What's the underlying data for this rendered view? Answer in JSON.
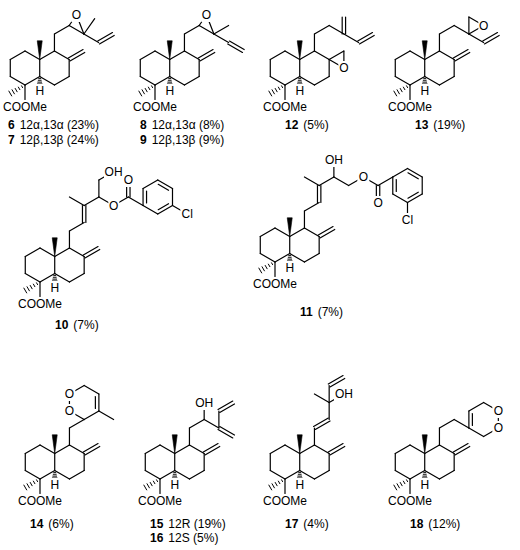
{
  "diagram": {
    "labels": [
      "H",
      "COOMe",
      "O",
      "6",
      "12α,13α (23%)",
      "7",
      "12β,13β (24%)",
      "H",
      "COOMe",
      "O",
      "8",
      "12α,13α (8%)",
      "9",
      "12β,13β (9%)",
      "H",
      "COOMe",
      "O",
      "12",
      "(5%)",
      "H",
      "COOMe",
      "O",
      "13",
      "(19%)",
      "H",
      "COOMe",
      "O",
      "O",
      "Cl",
      "OH",
      "10",
      "(7%)",
      "H",
      "COOMe",
      "OH",
      "O",
      "O",
      "Cl",
      "11",
      "(7%)",
      "H",
      "COOMe",
      "O",
      "O",
      "14",
      "(6%)",
      "H",
      "COOMe",
      "OH",
      "15",
      "12R (19%)",
      "16",
      "12S (5%)",
      "H",
      "COOMe",
      "OH",
      "17",
      "(4%)",
      "H",
      "COOMe",
      "O",
      "O",
      "18",
      "(12%)"
    ]
  }
}
